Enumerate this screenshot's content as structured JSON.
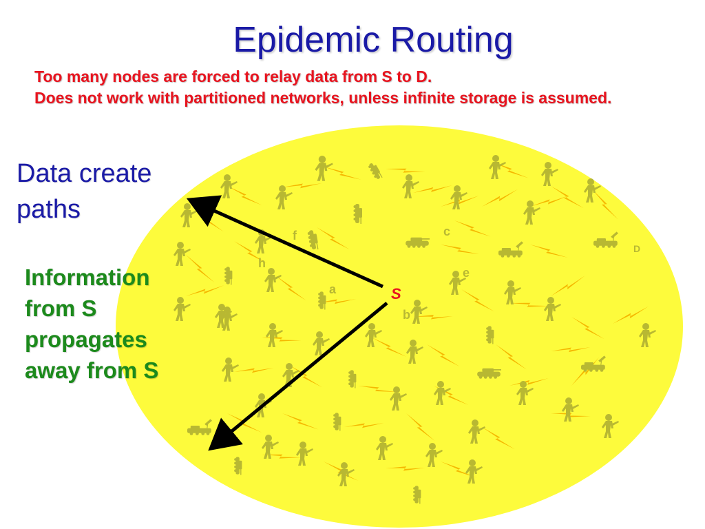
{
  "slide": {
    "title": "Epidemic Routing",
    "bullets": [
      "Too many nodes are forced to relay data from S to D.",
      "Does not work with partitioned networks, unless infinite storage is assumed."
    ],
    "left_label_blue": [
      "Data create",
      "paths"
    ],
    "left_label_green": [
      "Information",
      "from S",
      "propagates",
      "away from S"
    ]
  },
  "diagram": {
    "region": "network-area",
    "node_labels": {
      "source": "S",
      "destination": "D",
      "others": [
        "a",
        "b",
        "c",
        "e",
        "f",
        "h"
      ]
    },
    "colors": {
      "area_fill": "#fdfb3c",
      "node": "#b8b832",
      "link": "#f5b800",
      "arrow": "#000000",
      "source_label": "#e8141f"
    },
    "icons": [
      "soldier-icon",
      "tank-icon",
      "satellite-dish-vehicle-icon",
      "arrow-icon"
    ]
  }
}
